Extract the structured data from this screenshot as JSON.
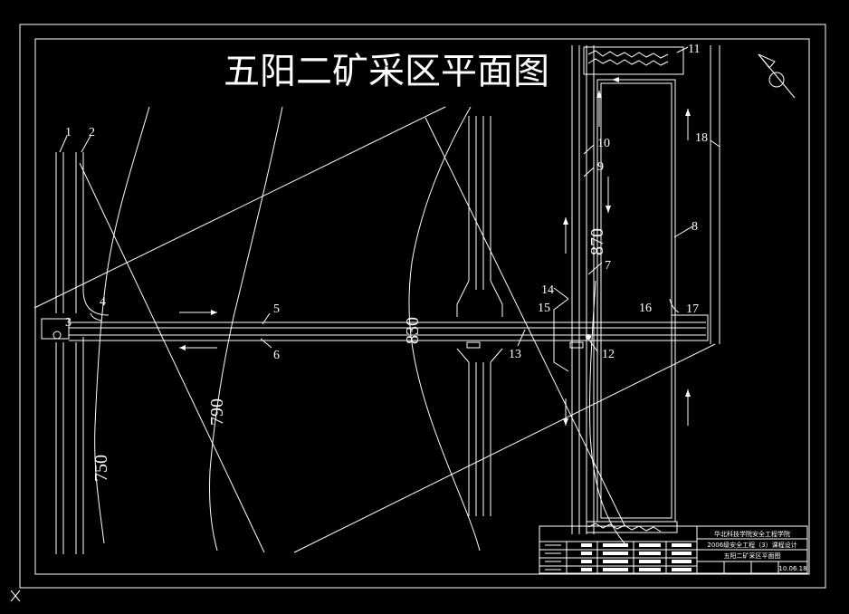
{
  "title": "五阳二矿采区平面图",
  "labels": [
    "1",
    "2",
    "3",
    "4",
    "5",
    "6",
    "7",
    "8",
    "9",
    "10",
    "11",
    "12",
    "13",
    "14",
    "15",
    "16",
    "17",
    "18"
  ],
  "contours": [
    "750",
    "790",
    "830",
    "870"
  ],
  "title_block": {
    "school": "华北科技学院安全工程学院",
    "course": "2006级安全工程（3）课程设计",
    "drawing": "五阳二矿采区平面图",
    "date": "10.06.18"
  }
}
